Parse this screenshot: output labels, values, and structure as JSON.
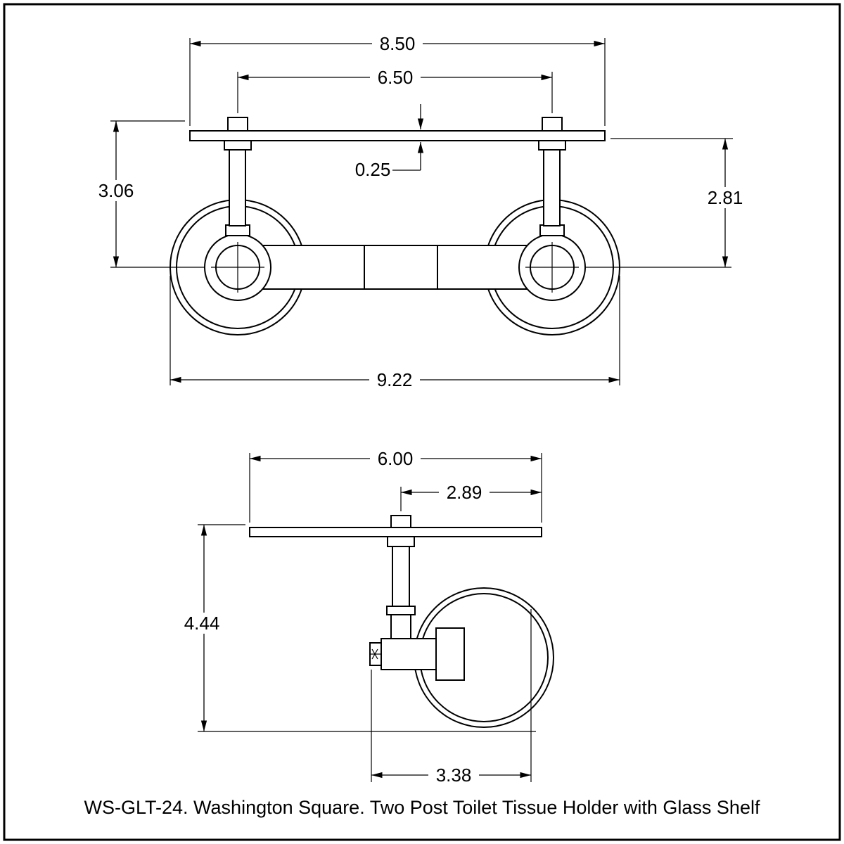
{
  "page": {
    "background": "#ffffff",
    "line_color": "#000000"
  },
  "caption": {
    "text": "WS-GLT-24. Washington Square. Two Post Toilet Tissue Holder with Glass Shelf",
    "model": "WS-GLT-24",
    "collection": "Washington Square",
    "product": "Two Post Toilet Tissue Holder with Glass Shelf"
  },
  "front_view": {
    "dimensions": {
      "shelf_width": "8.50",
      "post_spacing": "6.50",
      "glass_thickness": "0.25",
      "glass_top_to_roller_center": "3.06",
      "glass_bottom_to_roller_center": "2.81",
      "overall_width": "9.22"
    }
  },
  "side_view": {
    "dimensions": {
      "shelf_depth": "6.00",
      "wall_to_post_center": "2.89",
      "overall_height": "4.44",
      "wall_to_roller_tip": "3.38"
    }
  }
}
